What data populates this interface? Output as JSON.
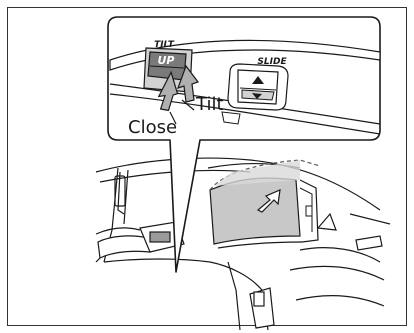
{
  "labels": {
    "tilt_header": "TILT",
    "up_button": "UP",
    "slide_header": "SLIDE",
    "tilt_callout": "Tilt",
    "close_callout": "Close"
  },
  "icons": {
    "slide_open": "triangle-up-icon",
    "slide_close": "triangle-down-icon"
  },
  "colors": {
    "line": "#1a1a1a",
    "button_fill": "#7a7a7a",
    "panel_fill": "#d2d2d2",
    "glass_fill": "#c8c8c8"
  }
}
